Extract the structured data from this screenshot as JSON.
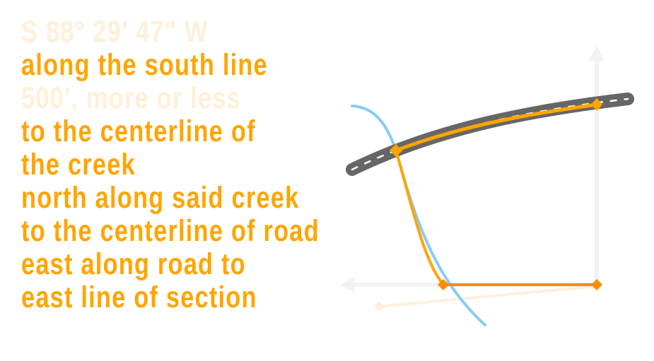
{
  "description_lines": [
    {
      "text": "S 88° 29' 47\" W",
      "faded": true
    },
    {
      "text": "along the south line",
      "faded": false
    },
    {
      "text": "500', more or less",
      "faded": true
    },
    {
      "text": "to the centerline of",
      "faded": false
    },
    {
      "text": "the creek",
      "faded": false
    },
    {
      "text": "north along said creek",
      "faded": false
    },
    {
      "text": "to the centerline of road",
      "faded": false
    },
    {
      "text": "east along road to",
      "faded": false
    },
    {
      "text": "east line of section",
      "faded": false
    }
  ],
  "colors": {
    "highlight": "#ffa500",
    "faded": "#fff0d9",
    "road": "#666666",
    "creek": "#88ccf5",
    "axis": "#f2f2f2",
    "south_line": "#ff8c00"
  }
}
